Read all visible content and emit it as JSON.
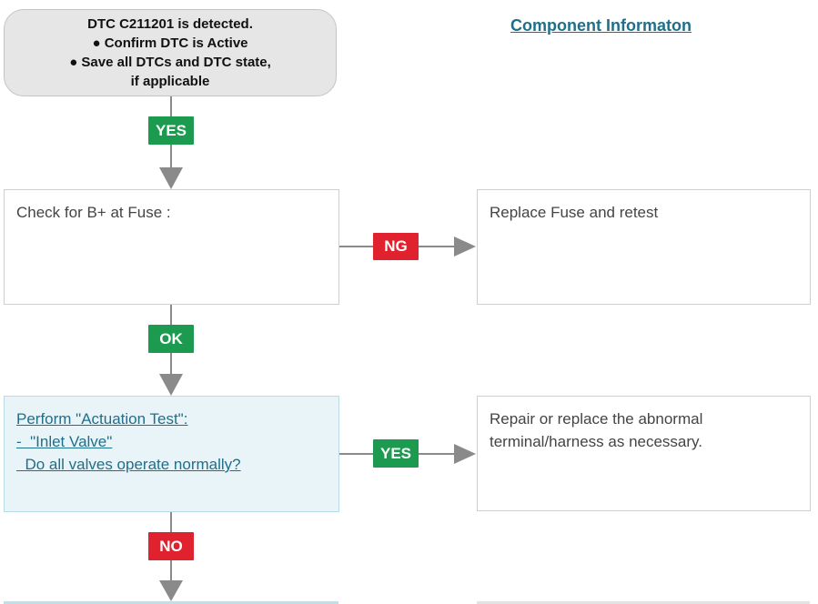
{
  "start": {
    "line1": "DTC C211201 is detected.",
    "line2": "● Confirm DTC is Active",
    "line3": "● Save all DTCs and DTC state,",
    "line4": "if applicable"
  },
  "component_link": "Component Informaton",
  "labels": {
    "yes1": "YES",
    "ng": "NG",
    "ok": "OK",
    "yes2": "YES",
    "no": "NO"
  },
  "step1": {
    "text": "Check for B+ at  Fuse :"
  },
  "step1_fail": {
    "text": "Replace Fuse and retest"
  },
  "step2": {
    "line1": "Perform \"Actuation Test\":",
    "line2": "-  \"Inlet Valve\"",
    "line3": "  Do all valves operate normally?"
  },
  "step2_yes": {
    "line1": "Repair or replace the  abnormal",
    "line2": "terminal/harness  as necessary."
  },
  "colors": {
    "pass": "#1c9a4f",
    "fail": "#e0222e",
    "link": "#1f6f8b",
    "connector": "#8a8a8a"
  }
}
